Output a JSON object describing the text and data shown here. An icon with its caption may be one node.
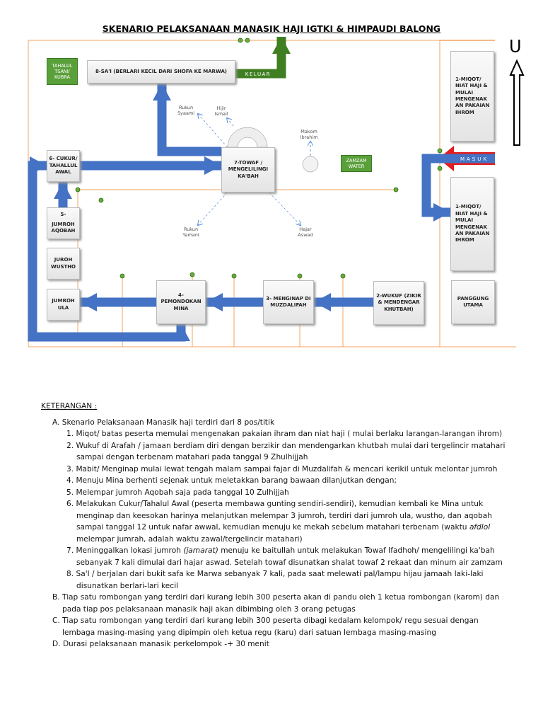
{
  "diagram": {
    "title": "SKENARIO PELAKSANAAN MANASIK HAJI IGTKI & HIMPAUDI BALONG",
    "nodes": [
      {
        "text": [
          "TAHALUL TSANI/ KUBRA"
        ]
      },
      {
        "text": [
          "8-SA'I (BERLARI KECIL DARI SHOFA KE MARWA)"
        ]
      },
      {
        "text": [
          "Rukun Syaami"
        ]
      },
      {
        "text": [
          "Hijir Ismail"
        ]
      },
      {
        "text": [
          "Makom Ibrahim"
        ]
      },
      {
        "text": [
          "1-MIQOT/ NIAT HAJI & MULAI MENGENAK AN PAKAIAN IHROM"
        ]
      },
      {
        "text": [
          "6- CUKUR/ TAHALLUL AWAL"
        ]
      },
      {
        "text": [
          "7-TOWAF / MENGELILINGI KA'BAH"
        ]
      },
      {
        "text": [],
        "shape": "arch"
      },
      {
        "text": [],
        "shape": "circle"
      },
      {
        "text": [
          "ZAMZAM WATER"
        ]
      },
      {
        "text": [
          "5-",
          "JUMROH AQOBAH"
        ]
      },
      {
        "text": [
          "1-MIQOT/ NIAT HAJI & MULAI MENGENAK AN PAKAIAN IHROM"
        ]
      },
      {
        "text": [
          "Rukun Yamani"
        ]
      },
      {
        "text": [
          "Hajar Aswad"
        ]
      },
      {
        "text": [
          "JUROH WUSTHO"
        ]
      },
      {
        "text": [
          "JUMROH ULA"
        ]
      },
      {
        "text": [
          "4- PEMONDOKAN MINA"
        ]
      },
      {
        "text": [
          "3- MENGINAP DI MUZDALIFAH"
        ]
      },
      {
        "text": [
          "2-WUKUF (ZIKIR & MENDENGAR KHUTBAH)"
        ]
      },
      {
        "text": [
          "PANGGUNG UTAMA"
        ]
      }
    ],
    "edges": [
      {
        "from": null,
        "to": 12,
        "arrow": "to",
        "label": "MASUK"
      },
      {
        "from": 19,
        "to": 18,
        "arrow": "to"
      },
      {
        "from": 18,
        "to": 17,
        "arrow": "to"
      },
      {
        "from": 17,
        "to": 16,
        "arrow": "to"
      },
      {
        "from": 17,
        "to": 6,
        "arrow": "both"
      },
      {
        "from": 11,
        "to": 6,
        "arrow": "to"
      },
      {
        "from": 6,
        "to": 7,
        "arrow": "to"
      },
      {
        "from": 7,
        "to": 1,
        "arrow": "to"
      },
      {
        "from": 1,
        "to": null,
        "arrow": "to",
        "label": "KELUAR",
        "color": "#3f7f22"
      },
      {
        "from": 7,
        "to": 2,
        "arrow": "to",
        "style": "dashed",
        "color": "#5b8fd9"
      },
      {
        "from": 8,
        "to": 3,
        "arrow": "to",
        "style": "dashed",
        "color": "#5b8fd9"
      },
      {
        "from": 9,
        "to": 4,
        "arrow": "to",
        "style": "dashed",
        "color": "#5b8fd9"
      },
      {
        "from": 7,
        "to": 13,
        "arrow": "to",
        "style": "dashed",
        "color": "#5b8fd9"
      },
      {
        "from": 7,
        "to": 14,
        "arrow": "to",
        "style": "dashed",
        "color": "#5b8fd9"
      }
    ],
    "labels": [
      "U",
      "KETERANGAN :",
      "A. Skenario Pelaksanaan Manasik haji terdiri dari 8 pos/titik",
      "1. Miqot/ batas peserta memulai mengenakan pakaian ihram dan niat haji ( mulai berlaku larangan-larangan ihrom)",
      "2. Wukuf di Arafah / jamaan berdiam diri dengan berzikir dan mendengarkan khutbah mulai dari tergelincir matahari sampai dengan terbenam matahari pada tanggal 9 Zhulhijjah",
      "3. Mabit/ Menginap mulai lewat tengah malam sampai fajar di Muzdalifah & mencari kerikil untuk melontar jumroh",
      "4. Menuju Mina berhenti sejenak untuk meletakkan barang bawaan dilanjutkan dengan;",
      "5. Melempar jumroh Aqobah saja pada tanggal 10 Zulhijjah",
      "6. Melakukan Cukur/Tahalul Awal (peserta membawa gunting sendiri-sendiri), kemudian kembali ke Mina untuk menginap dan keesokan harinya melanjutkan melempar 3 jumroh, terdiri dari jumroh ula, wustho, dan aqobah sampai tanggal 12 untuk nafar awwal, kemudian menuju ke mekah sebelum matahari terbenam (waktu *afdlol* melempar jumrah, adalah waktu zawal/tergelincir matahari)",
      "7. Meninggalkan lokasi jumroh *(jamarat)* menuju ke baitullah untuk melakukan Towaf Ifadhoh/ mengelilingi ka'bah sebanyak 7 kali dimulai dari hajar aswad. Setelah towaf disunatkan shalat towaf 2 rekaat dan minum air zamzam",
      "8. Sa'I / berjalan dari bukit safa ke Marwa sebanyak 7 kali, pada saat melewati pal/lampu hijau jamaah laki-laki disunatkan berlari-lari kecil",
      "B. Tiap satu rombongan yang terdiri dari kurang lebih 300 peserta akan di pandu oleh 1 ketua rombongan (karom) dan pada tiap pos pelaksanaan manasik haji akan dibimbing oleh 3 orang petugas",
      "C. Tiap satu rombongan yang terdiri dari kurang lebih 300 peserta dibagi kedalam kelompok/ regu sesuai dengan lembaga masing-masing yang dipimpin oleh ketua regu (karu) dari satuan lembaga masing-masing",
      "D. Durasi pelaksanaan manasik perkelompok -+ 30 menit"
    ]
  }
}
